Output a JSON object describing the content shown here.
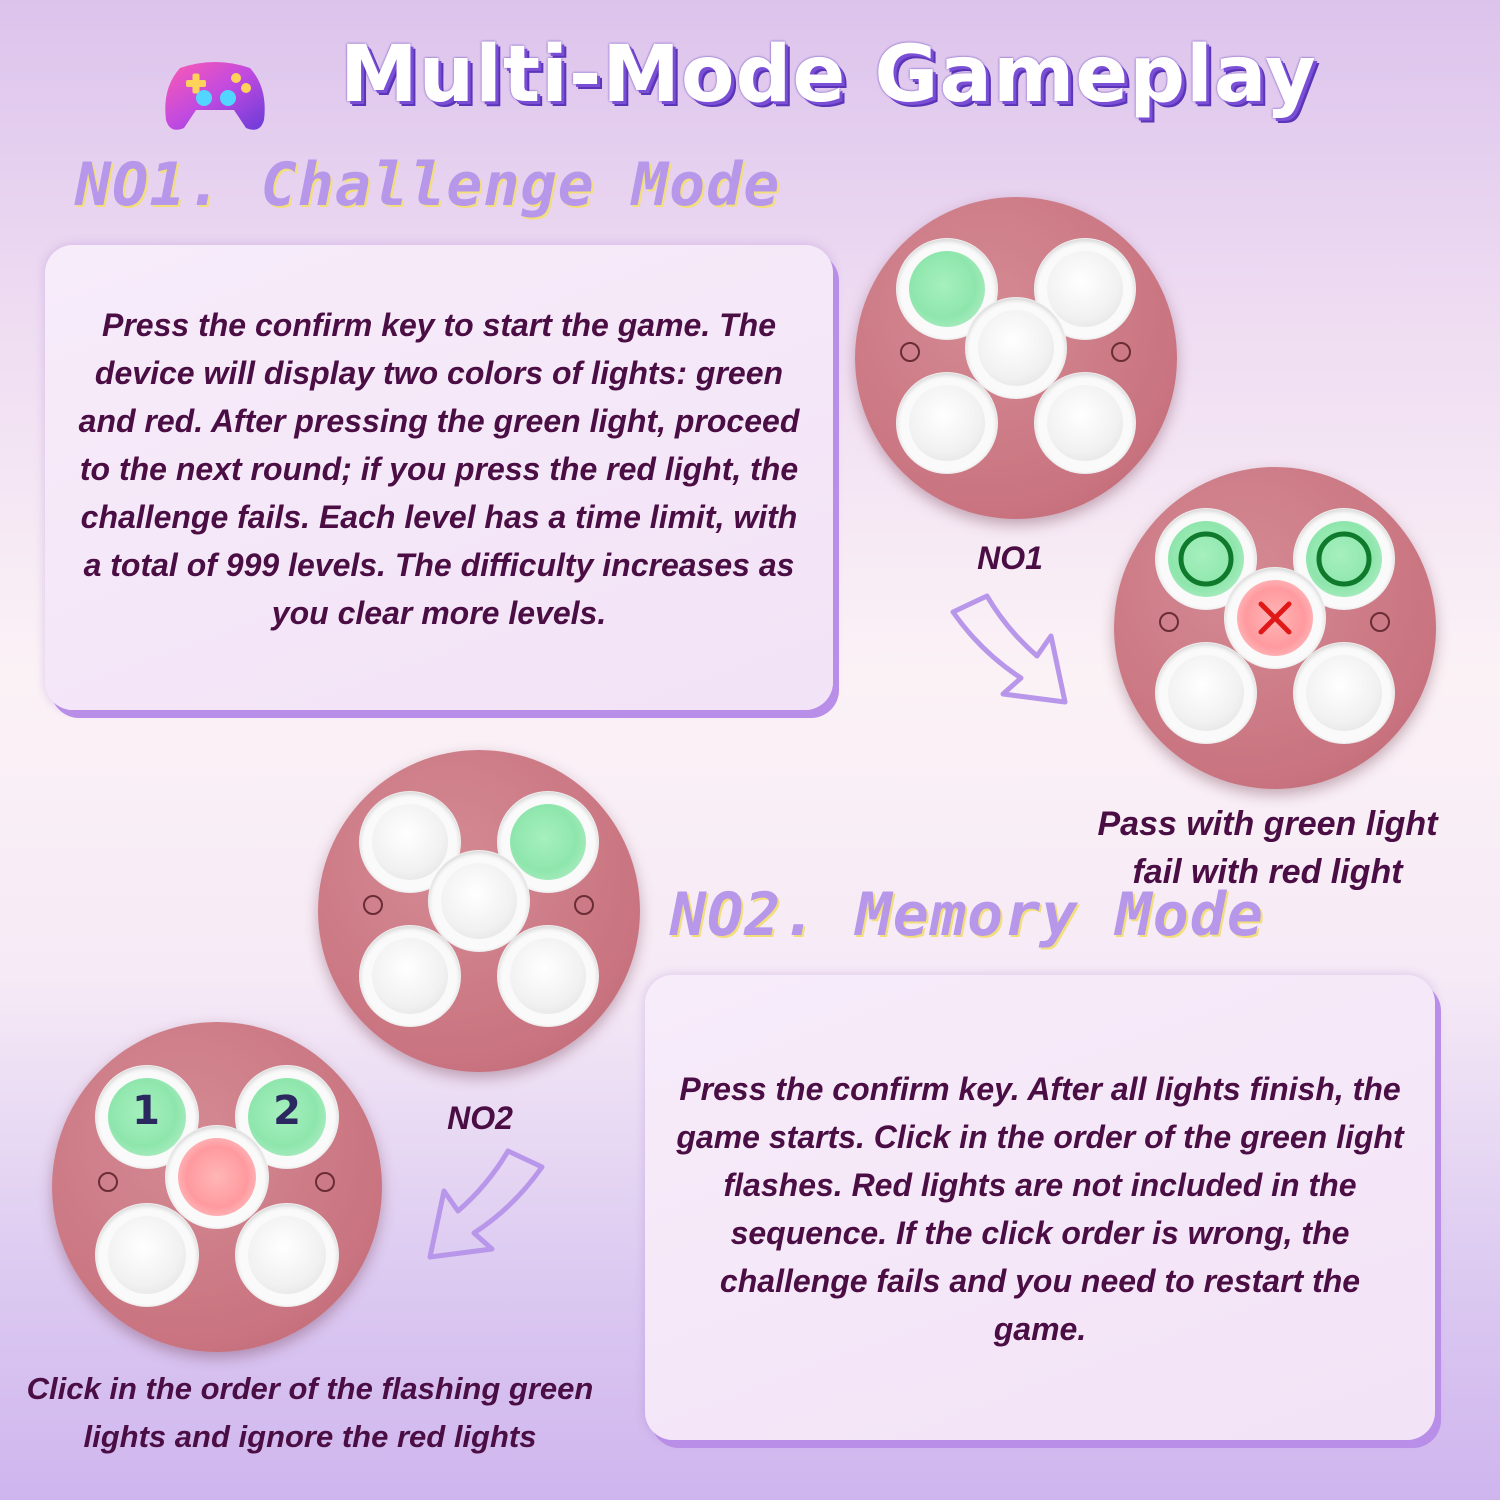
{
  "header": {
    "title": "Multi-Mode Gameplay",
    "icon": "gamepad-icon"
  },
  "mode1": {
    "heading": "NO1. Challenge Mode",
    "description": "Press the confirm key to start the game. The device will display two colors of lights: green and red. After pressing the green light, proceed to the next round; if you press the red light, the challenge fails. Each level has a time limit, with a total of 999 levels. The difficulty increases as you clear more levels.",
    "step_label": "NO1",
    "caption_line1": "Pass with green light",
    "caption_line2": "fail with red light"
  },
  "mode2": {
    "heading": "NO2. Memory Mode",
    "description": "Press the confirm key. After all lights finish, the game starts. Click in the order of the green light flashes. Red lights are not included in the sequence. If the click order is wrong, the challenge fails and you need to restart the game.",
    "step_label": "NO2",
    "caption_line1": "Click in the order of the flashing green",
    "caption_line2": "lights and ignore the red lights",
    "button_numbers": [
      "1",
      "2"
    ]
  },
  "colors": {
    "device": "#c97480",
    "green_light": "#8ee6ac",
    "red_light": "#ff9a9f",
    "text": "#4a0e44",
    "heading": "#b697ea",
    "title_shadow": "#5b35b8"
  }
}
